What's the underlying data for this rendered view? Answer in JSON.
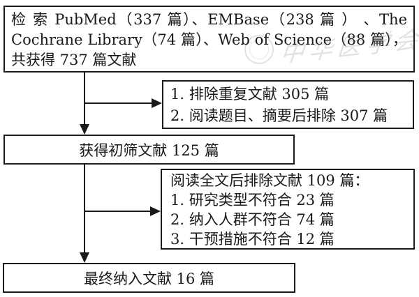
{
  "flowchart": {
    "search_box": {
      "lines": [
        "检 索 PubMed（337 篇）、EMBase（238 篇 ） 、The",
        "Cochrane Library（74 篇）、Web of Science（88 篇），",
        "共获得 737 篇文献"
      ]
    },
    "exclusion_box_1": {
      "lines": [
        "1. 排除重复文献 305 篇",
        "2. 阅读题目、摘要后排除 307 篇"
      ]
    },
    "screened_box": {
      "label": "获得初筛文献 125 篇"
    },
    "exclusion_box_2": {
      "lines": [
        "阅读全文后排除文献 109 篇：",
        "1. 研究类型不符合 23 篇",
        "2. 纳入人群不符合 74 篇",
        "3. 干预措施不符合 12 篇"
      ]
    },
    "final_box": {
      "label": "最终纳入文献 16 篇"
    },
    "watermark": {
      "text": "中华医学会"
    }
  },
  "colors": {
    "line": "#1a1a1a",
    "text": "#1a1a1a",
    "watermark": "#c6c6c6",
    "background": "#ffffff"
  }
}
